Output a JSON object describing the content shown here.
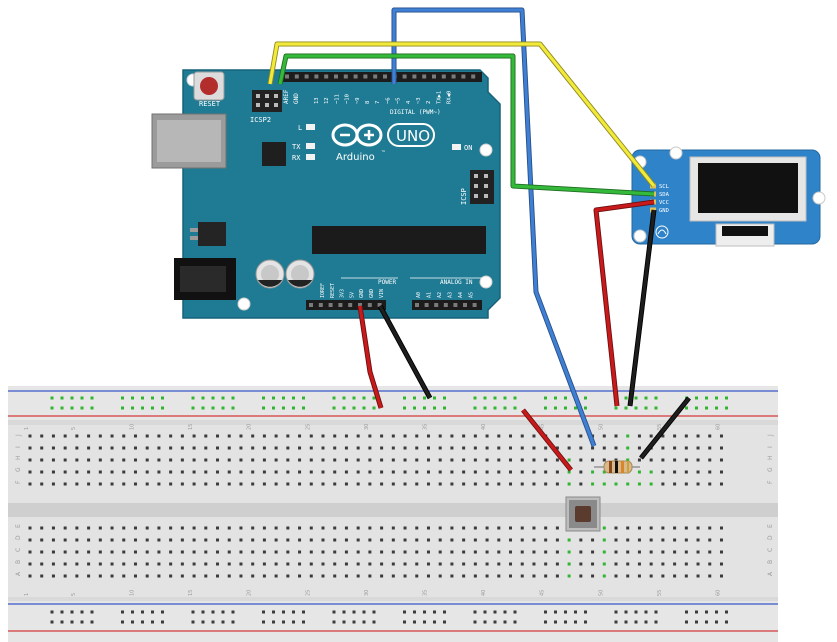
{
  "arduino": {
    "reset_label": "RESET",
    "icsp2_label": "ICSP2",
    "icsp_label": "ICSP",
    "aref_label": "AREF",
    "gnd_label": "GND",
    "digital_pins": [
      "13",
      "12",
      "~11",
      "~10",
      "~9",
      "8",
      "7",
      "~6",
      "~5",
      "4",
      "~3",
      "2",
      "TX▶1",
      "RX◀0"
    ],
    "digital_label": "DIGITAL (PWM~)",
    "led_l": "L",
    "led_tx": "TX",
    "led_rx": "RX",
    "on_label": "ON",
    "uno_label": "UNO",
    "brand": "Arduino",
    "tm": "™",
    "power_label": "POWER",
    "power_pins": [
      "IOREF",
      "RESET",
      "3V3",
      "5V",
      "GND",
      "GND",
      "VIN"
    ],
    "analog_label": "ANALOG IN",
    "analog_pins": [
      "A0",
      "A1",
      "A2",
      "A3",
      "A4",
      "A5"
    ]
  },
  "oled": {
    "pins": [
      "SCL",
      "SDA",
      "VCC",
      "GND"
    ]
  },
  "breadboard": {
    "column_numbers": [
      "1",
      "5",
      "10",
      "15",
      "20",
      "25",
      "30",
      "35",
      "40",
      "45",
      "50",
      "55",
      "60"
    ],
    "row_letters_top": [
      "J",
      "I",
      "H",
      "G",
      "F"
    ],
    "row_letters_bottom": [
      "E",
      "D",
      "C",
      "B",
      "A"
    ]
  },
  "wire_colors": {
    "scl": "#f2ea3a",
    "sda": "#35b93a",
    "button": "#3f7fd4",
    "power": "#c8191b",
    "ground": "#1e1e1e"
  }
}
